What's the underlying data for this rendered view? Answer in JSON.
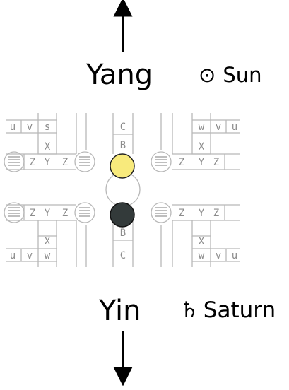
{
  "labels": {
    "top": "Yang",
    "bottom": "Yin",
    "top_planet": {
      "symbol": "⊙",
      "name": "Sun"
    },
    "bottom_planet": {
      "symbol": "♄",
      "name": "Saturn"
    }
  },
  "grid": {
    "top_left_letters": [
      "u",
      "v",
      "s"
    ],
    "top_right_letters": [
      "w",
      "v",
      "u"
    ],
    "bottom_left_letters": [
      "u",
      "v",
      "w"
    ],
    "bottom_right_letters": [
      "w",
      "v",
      "u"
    ],
    "x_letter": "X",
    "y_letter": "Y",
    "z_letter": "Z",
    "center_top_letters": [
      "C",
      "B"
    ],
    "center_bottom_letters": [
      "B",
      "C"
    ]
  },
  "colors": {
    "yang_dot": "#f8ea7c",
    "yin_dot": "#333a3a",
    "grid_line": "#b8b8b8",
    "grid_text": "#8c8c8c"
  }
}
